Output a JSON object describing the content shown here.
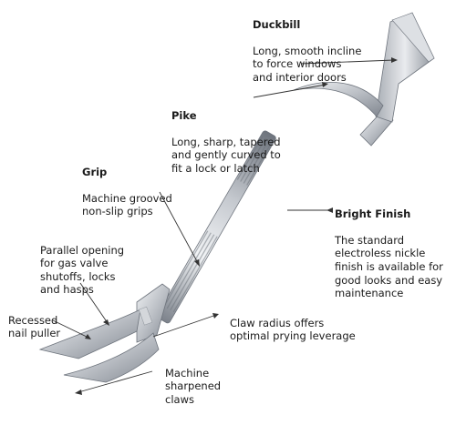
{
  "callouts": {
    "duckbill": {
      "title": "Duckbill",
      "desc": "Long, smooth incline\nto force windows\nand interior doors"
    },
    "pike": {
      "title": "Pike",
      "desc": "Long, sharp, tapered\nand gently curved to\nfit a lock or latch"
    },
    "grip": {
      "title": "Grip",
      "desc": "Machine grooved\nnon-slip grips"
    },
    "finish": {
      "title": "Bright Finish",
      "desc": "The standard\nelectroless nickle\nfinish is available for\ngood looks and easy\nmaintenance"
    },
    "parallel": {
      "title": "",
      "desc": "Parallel opening\nfor gas valve\nshutoffs, locks\nand hasps"
    },
    "nail": {
      "title": "",
      "desc": "Recessed\nnail puller"
    },
    "claw_radius": {
      "title": "",
      "desc": "Claw radius offers\noptimal prying leverage"
    },
    "claws": {
      "title": "",
      "desc": "Machine\nsharpened\nclaws"
    }
  },
  "colors": {
    "metal_light": "#eef0f3",
    "metal_mid": "#b9bdc4",
    "metal_dark": "#7c828b",
    "leader": "#333333"
  }
}
